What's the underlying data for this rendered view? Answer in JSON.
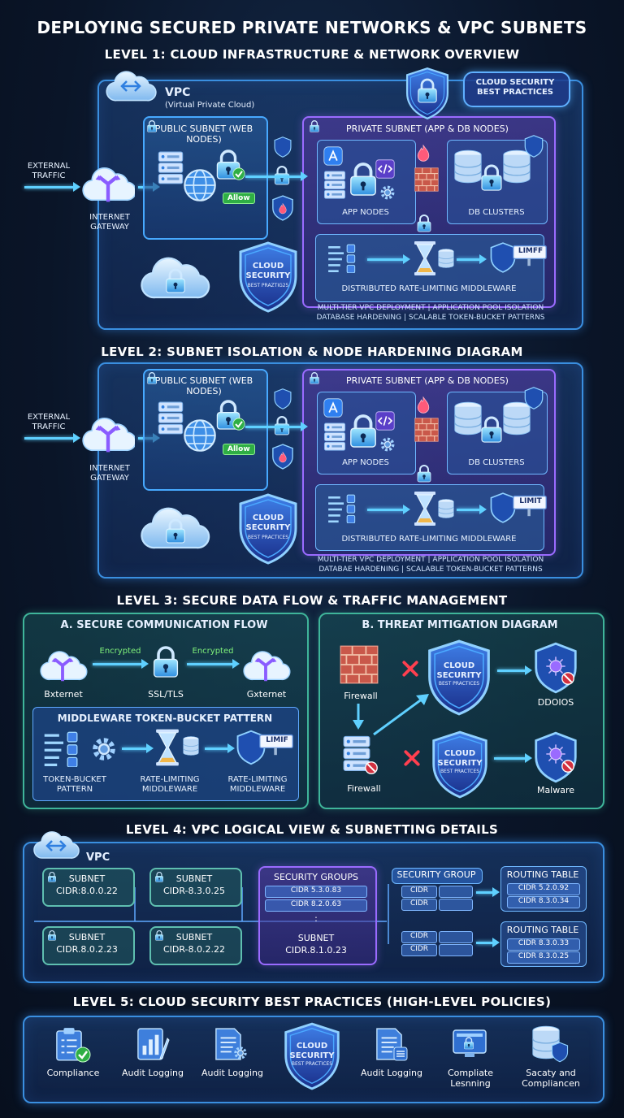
{
  "title": "DEPLOYING SECURED PRIVATE NETWORKS & VPC SUBNETS",
  "levels": {
    "l1": "LEVEL 1: CLOUD INFRASTRUCTURE & NETWORK OVERVIEW",
    "l2": "LEVEL 2: SUBNET ISOLATION & NODE HARDENING DIAGRAM",
    "l3": "LEVEL 3: SECURE DATA FLOW & TRAFFIC MANAGEMENT",
    "l4": "LEVEL 4: VPC LOGICAL VIEW & SUBNETTING DETAILS",
    "l5": "LEVEL 5: CLOUD SECURITY BEST PRACTICES (HIGH-LEVEL POLICIES)"
  },
  "network": {
    "vpc": "VPC",
    "vpc_sub": "(Virtual Private Cloud)",
    "external": "EXTERNAL TRAFFIC",
    "gateway": "INTERNET GATEWAY",
    "public_subnet": "PUBLIC SUBNET (WEB NODES)",
    "private_subnet": "PRIVATE SUBNET (APP & DB NODES)",
    "allow": "Allow",
    "app_nodes": "APP NODES",
    "db_clusters": "DB CLUSTERS",
    "middleware": "DISTRIBUTED RATE-LIMITING MIDDLEWARE",
    "limit_sign_1": "LIMFF",
    "limit_sign_2": "LIMIT",
    "footer1_l1": "MULTI-TIER VPC DEPLOYMENT | APPLICATION POOL ISOLATION",
    "footer2_l1": "DATABASE HARDENING | SCALABLE TOKEN-BUCKET PATTERNS",
    "footer1_l2": "MULTI-TIER VPC DEPLOYMENT | APPLICATION POOL ISOLATION",
    "footer2_l2": "DATABAE HARDENING | SCALABLE TOKEN-BUCKET PATTERNS",
    "shield_title": "CLOUD SECURITY",
    "shield_sub_1": "BEST PRAZTIG25",
    "shield_sub_2": "BEST PRACTICES",
    "badge": "CLOUD SECURITY BEST PRACTICES"
  },
  "level3": {
    "a_title": "A. SECURE COMMUNICATION FLOW",
    "encrypted_left": "Encrypted",
    "encrypted_right": "Encrypted",
    "left_node": "Bxternet",
    "center_node": "SSL/TLS",
    "right_node": "Gxternet",
    "mw_title": "MIDDLEWARE TOKEN-BUCKET PATTERN",
    "mw_1": "TOKEN-BUCKET PATTERN",
    "mw_2": "RATE-LIMITING MIDDLEWARE",
    "mw_3": "RATE-LIMITING MIDDLEWARE",
    "limit_sign": "LIMIF",
    "b_title": "B. THREAT MITIGATION DIAGRAM",
    "firewall_1": "Firewall",
    "firewall_2": "Firewall",
    "threat_1": "DDOIOS",
    "threat_2": "Malware",
    "shield_title": "CLOUD SECURITY",
    "shield_sub": "BEST PRACTICES",
    "shield_sub_2": "BEST PRACTCES"
  },
  "level4": {
    "vpc": "VPC",
    "subnets": [
      {
        "name": "SUBNET",
        "cidr": "CIDR:8.0.0.22"
      },
      {
        "name": "SUBNET",
        "cidr": "CIDR-8.3.0.25"
      },
      {
        "name": "SUBNET",
        "cidr": "CIDR.8.0.2.23"
      },
      {
        "name": "SUBNET",
        "cidr": "CIDR-8.0.2.22"
      }
    ],
    "sg_title": "SECURITY GROUPS",
    "sg_rows": [
      "CIDR 5.3.0.83",
      "CIDR 8.2.0.63"
    ],
    "sg_dots": ":",
    "sg_subnet": "SUBNET",
    "sg_cidr": "CIDR.8.1.0.23",
    "security_group": "SECURITY GROUP",
    "cidr_label": "CIDR",
    "routing_title": "ROUTING TABLE",
    "route_1": [
      "CIDR 5.2.0.92",
      "CIDR 8.3.0.34"
    ],
    "route_2": [
      "CIDR 8.3.0.33",
      "CIDR 8.3.0.25"
    ]
  },
  "level5": {
    "items": [
      "Compliance",
      "Audit Logging",
      "Audit Logging",
      "Audit Logging",
      "Compliate Lesnning",
      "Sacaty and Compliancen"
    ],
    "shield_title": "CLOUD SECURITY",
    "shield_sub": "BEST PRACTICES"
  },
  "colors": {
    "accent": "#5fd0ff",
    "public": "#47a9ff",
    "private": "#9a6bff",
    "allow": "#2fae45",
    "danger": "#e0343f"
  }
}
